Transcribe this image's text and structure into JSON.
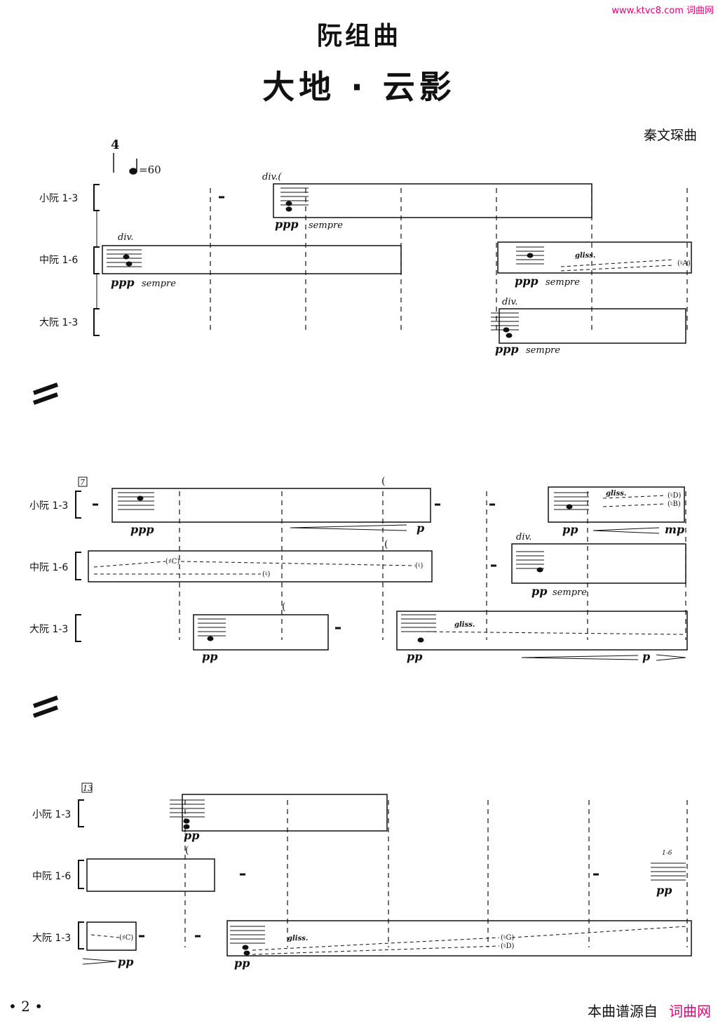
{
  "watermark": "www.ktvc8.com 词曲网",
  "title": "阮组曲",
  "subtitle": "大地 · 云影",
  "composer": "秦文琛曲",
  "tempo": {
    "time_sig": "4",
    "marking": "=60"
  },
  "instruments": [
    "小阮 1-3",
    "中阮 1-6",
    "大阮 1-3"
  ],
  "rehearsal": [
    "7",
    "13"
  ],
  "marks": {
    "div": "div.",
    "div_paren": "div.(",
    "half_note_paren": "(",
    "ppp": "ppp",
    "pp": "pp",
    "p": "p",
    "mp": "mp",
    "sempre": "sempre",
    "gliss": "gliss.",
    "players": "1-6",
    "note_A": "(♮A)",
    "note_C": "(♯C)",
    "note_D": "(♮D)",
    "note_B": "(♮B)",
    "note_G": "(♮G)",
    "note_natural": "(♮)"
  },
  "page_number": "• 2 •",
  "footer": {
    "text": "本曲谱源自",
    "site": "词曲网"
  },
  "colors": {
    "accent": "#e0007a",
    "ink": "#111111"
  }
}
